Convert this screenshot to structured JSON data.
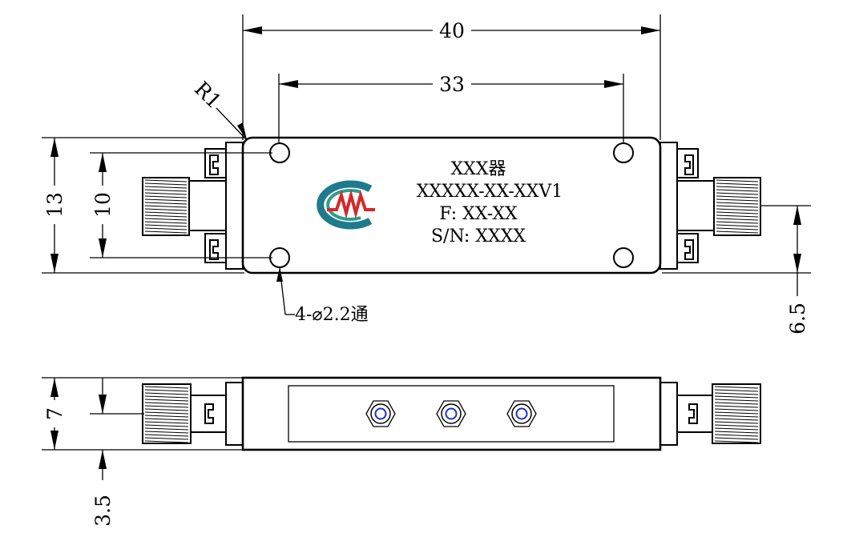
{
  "dimensions": {
    "overall_length": "40",
    "hole_spacing_x": "33",
    "body_height": "13",
    "hole_spacing_y": "10",
    "connector_offset": "6.5",
    "side_height": "7",
    "side_offset": "3.5",
    "corner_radius": "R1"
  },
  "callouts": {
    "holes": "4-⌀2.2通"
  },
  "nameplate": {
    "line1": "XXX器",
    "line2": "XXXXX-XX-XXV1",
    "line3": "F: XX-XX",
    "line4": "S/N: XXXX"
  },
  "logo": {
    "colors": {
      "c_ring": "#1f7a8c",
      "wave": "#d62828",
      "ring_alt": "#2a9d8f"
    }
  },
  "colors": {
    "line": "#000000",
    "screw_blue": "#1a2fd1",
    "background": "#ffffff"
  }
}
